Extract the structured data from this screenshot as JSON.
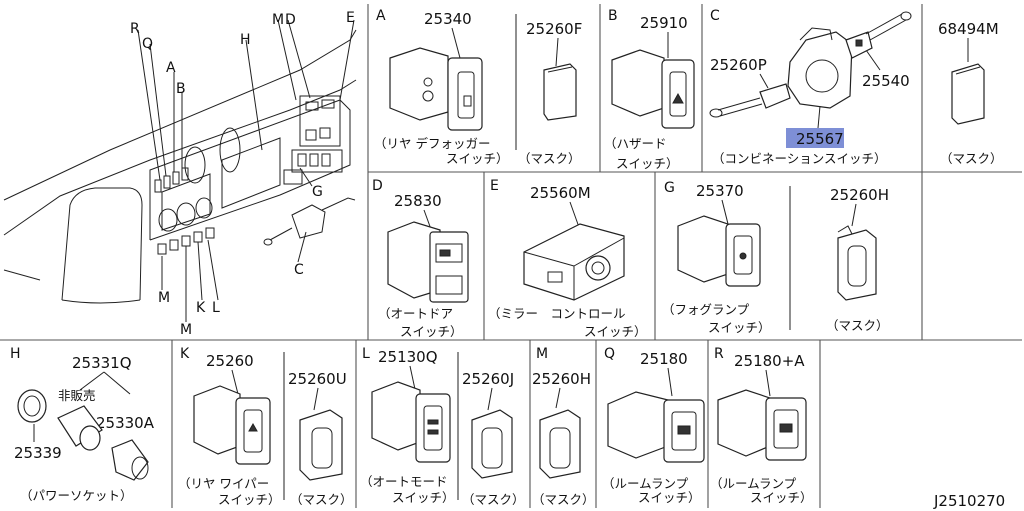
{
  "diagram_id": "J2510270",
  "overview": {
    "callouts": [
      "R",
      "Q",
      "A",
      "B",
      "M",
      "D",
      "H",
      "E",
      "G",
      "C",
      "M",
      "M",
      "K",
      "L"
    ]
  },
  "sections": [
    {
      "key": "A",
      "letter": "A",
      "parts": [
        "25340",
        "25260F"
      ],
      "captions": [
        [
          "（リヤ デフォッガー",
          "スイッチ）"
        ],
        [
          "（マスク）"
        ]
      ]
    },
    {
      "key": "B",
      "letter": "B",
      "parts": [
        "25910"
      ],
      "captions": [
        [
          "（ハザード",
          "スイッチ）"
        ]
      ]
    },
    {
      "key": "C",
      "letter": "C",
      "parts": [
        "25260P",
        "25540",
        "25567"
      ],
      "captions": [
        [
          "（コンビネーションスイッチ）"
        ]
      ]
    },
    {
      "key": "C2",
      "letter": "",
      "parts": [
        "68494M"
      ],
      "captions": [
        [
          "（マスク）"
        ]
      ]
    },
    {
      "key": "D",
      "letter": "D",
      "parts": [
        "25830"
      ],
      "captions": [
        [
          "（オートドア",
          "スイッチ）"
        ]
      ]
    },
    {
      "key": "E",
      "letter": "E",
      "parts": [
        "25560M"
      ],
      "captions": [
        [
          "（ミラー　コントロール",
          "スイッチ）"
        ]
      ]
    },
    {
      "key": "G",
      "letter": "G",
      "parts": [
        "25370",
        "25260H"
      ],
      "captions": [
        [
          "（フォグランプ",
          "スイッチ）"
        ],
        [
          "（マスク）"
        ]
      ]
    },
    {
      "key": "H",
      "letter": "H",
      "parts": [
        "25331Q",
        "25330A",
        "25339"
      ],
      "note": "非販売",
      "captions": [
        [
          "（パワーソケット）"
        ]
      ]
    },
    {
      "key": "K",
      "letter": "K",
      "parts": [
        "25260",
        "25260U"
      ],
      "captions": [
        [
          "（リヤ ワイパー",
          "スイッチ）"
        ],
        [
          "（マスク）"
        ]
      ]
    },
    {
      "key": "L",
      "letter": "L",
      "parts": [
        "25130Q",
        "25260J"
      ],
      "captions": [
        [
          "（オートモード",
          "スイッチ）"
        ],
        [
          "（マスク）"
        ]
      ]
    },
    {
      "key": "M",
      "letter": "M",
      "parts": [
        "25260H"
      ],
      "captions": [
        [
          "（マスク）"
        ]
      ]
    },
    {
      "key": "Q",
      "letter": "Q",
      "parts": [
        "25180"
      ],
      "captions": [
        [
          "（ルームランプ",
          "スイッチ）"
        ]
      ]
    },
    {
      "key": "R",
      "letter": "R",
      "parts": [
        "25180+A"
      ],
      "captions": [
        [
          "（ルームランプ",
          "スイッチ）"
        ]
      ]
    }
  ],
  "colors": {
    "line": "#222222",
    "highlight": "#7e8fd6"
  }
}
